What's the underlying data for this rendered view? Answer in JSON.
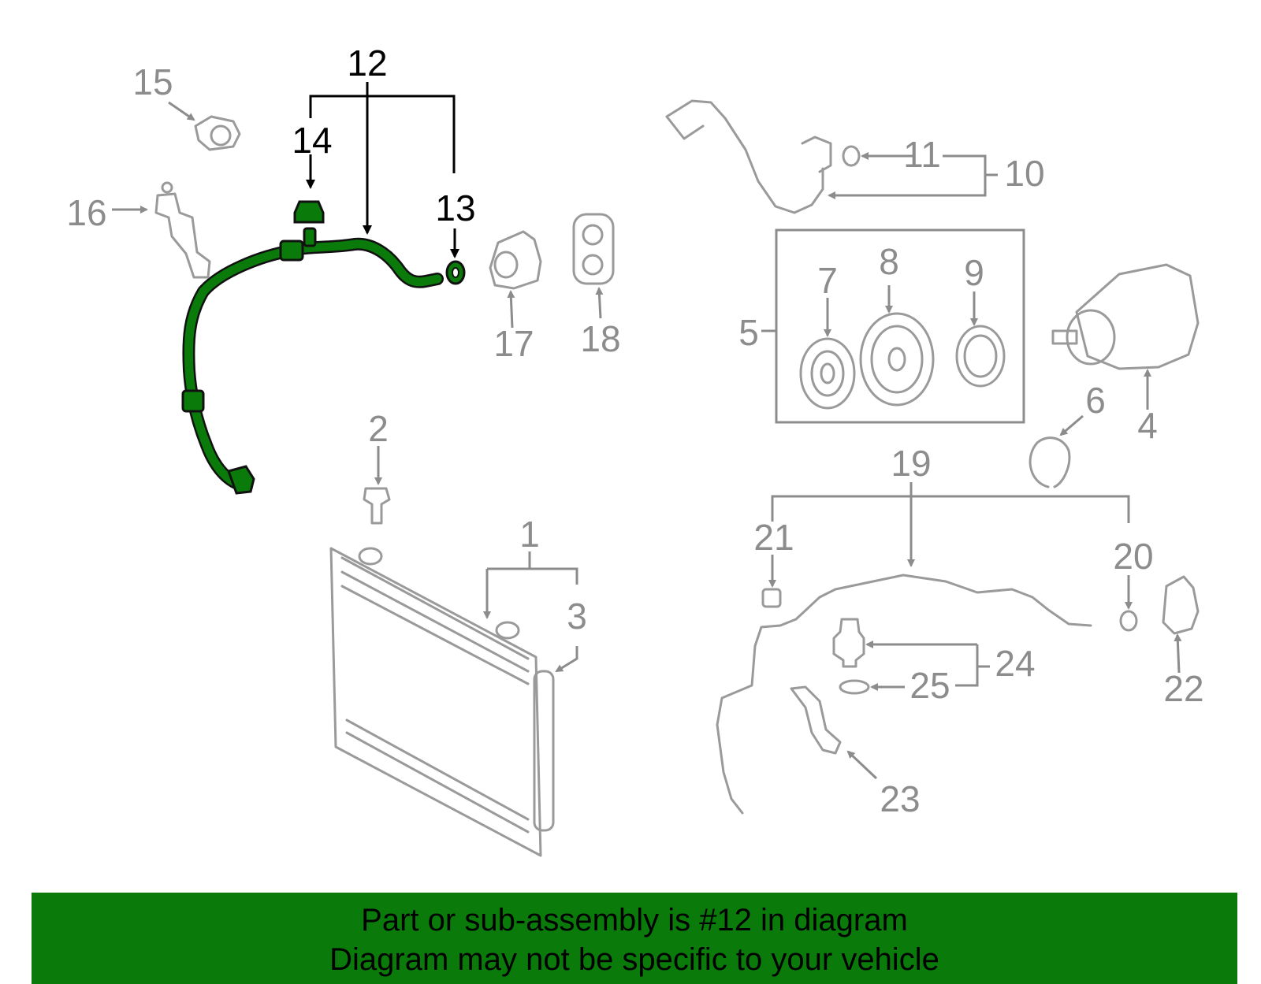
{
  "banner": {
    "line1": "Part or sub-assembly is #12 in diagram",
    "line2": "Diagram may not be specific to your vehicle"
  },
  "highlight_part": "12",
  "colors": {
    "highlight_green": "#0a7a0a",
    "banner_green": "#0a7a0a",
    "part_gray": "#9a9a9a",
    "label_gray": "#8c8c8c"
  },
  "callouts": {
    "c1": "1",
    "c2": "2",
    "c3": "3",
    "c4": "4",
    "c5": "5",
    "c6": "6",
    "c7": "7",
    "c8": "8",
    "c9": "9",
    "c10": "10",
    "c11": "11",
    "c12": "12",
    "c13": "13",
    "c14": "14",
    "c15": "15",
    "c16": "16",
    "c17": "17",
    "c18": "18",
    "c19": "19",
    "c20": "20",
    "c21": "21",
    "c22": "22",
    "c23": "23",
    "c24": "24",
    "c25": "25"
  }
}
